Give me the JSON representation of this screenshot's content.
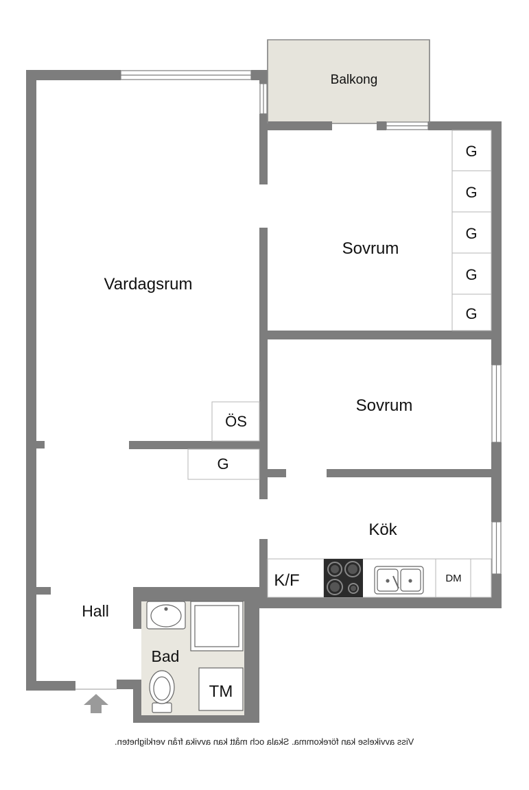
{
  "rooms": {
    "balcony": "Balkong",
    "bedroom_1": "Sovrum",
    "bedroom_2": "Sovrum",
    "living_room": "Vardagsrum",
    "kitchen": "Kök",
    "hall": "Hall",
    "bathroom": "Bad"
  },
  "fixtures": {
    "wardrobe": "G",
    "linen_cupboard": "ÖS",
    "fridge_freezer": "K/F",
    "dishwasher": "DM",
    "washing_machine": "TM"
  },
  "footer": {
    "disclaimer": "Viss avvikelse kan förekomma. Skala och mått kan avvika från verkligheten."
  },
  "colors": {
    "wall": "#7d7d7d",
    "balcony_floor": "#e6e4dc",
    "bathroom_floor": "#e9e7df",
    "stove": "#2b2b2b",
    "entrance_arrow": "#9a9a9a"
  }
}
